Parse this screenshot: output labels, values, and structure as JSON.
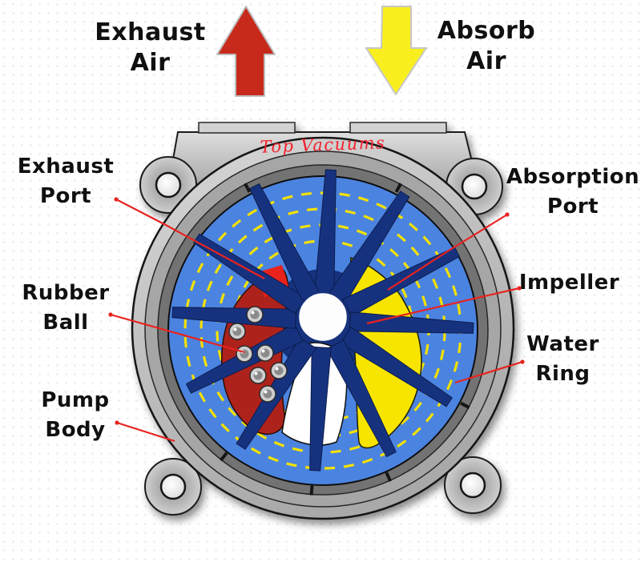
{
  "diagram": {
    "brand_note": "Top Vacuums",
    "flow_labels": {
      "exhaust_air": {
        "lines": [
          "Exhaust",
          "Air"
        ]
      },
      "absorb_air": {
        "lines": [
          "Absorb",
          "Air"
        ]
      }
    },
    "part_labels": {
      "exhaust_port": {
        "lines": [
          "Exhaust",
          "Port"
        ]
      },
      "absorption_port": {
        "lines": [
          "Absorption",
          "Port"
        ]
      },
      "rubber_ball": {
        "lines": [
          "Rubber",
          "Ball"
        ]
      },
      "impeller": {
        "lines": [
          "Impeller"
        ]
      },
      "water_ring": {
        "lines": [
          "Water",
          "Ring"
        ]
      },
      "pump_body": {
        "lines": [
          "Pump",
          "Body"
        ]
      }
    },
    "colors": {
      "exhaust_arrow_red": "#c7291b",
      "absorb_arrow_yellow": "#f9ef1e",
      "water_ring_blue": "#4c83e0",
      "impeller_navy": "#15337f",
      "exhaust_region_red": "#ae241a",
      "exhaust_opening_red": "#e8221a",
      "absorption_region_yellow": "#f7e504",
      "water_ring_dash_yellow": "#f2e104",
      "leader_line_red": "#e8231f",
      "pump_body_gray": "#c7c7c7"
    }
  }
}
